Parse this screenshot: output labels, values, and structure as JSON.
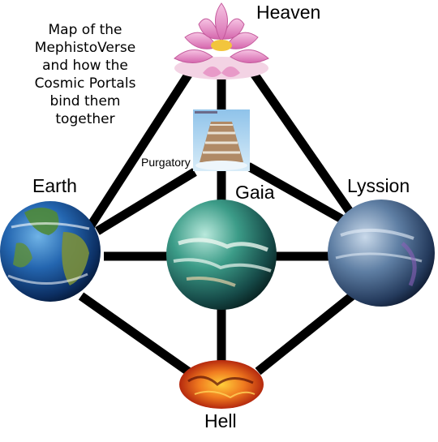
{
  "diagram": {
    "title_lines": [
      "Map of the",
      "MephistoVerse",
      "and how the",
      "Cosmic Portals",
      "bind them",
      "together"
    ],
    "nodes": {
      "heaven": {
        "label": "Heaven"
      },
      "purgatory": {
        "label": "Purgatory"
      },
      "earth": {
        "label": "Earth"
      },
      "gaia": {
        "label": "Gaia"
      },
      "lyssion": {
        "label": "Lyssion"
      },
      "hell": {
        "label": "Hell"
      }
    },
    "colors": {
      "portal_lines": "#000000",
      "lotus_pink": "#e58ac2",
      "earth_ocean": "#1f5fa8",
      "gaia_teal": "#2f8f7e",
      "lyssion_blue": "#4f6f92",
      "hell_fire": "#e2461a"
    }
  }
}
